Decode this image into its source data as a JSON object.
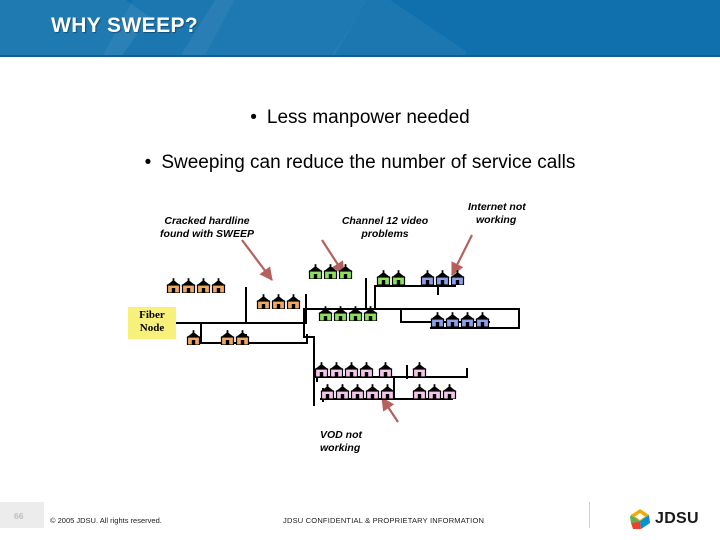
{
  "slide": {
    "title": "WHY SWEEP?",
    "header_color": "#1070ad",
    "bullet_marker": "•"
  },
  "bullets": [
    "Less manpower needed",
    "Sweeping can reduce the number of service calls"
  ],
  "diagram": {
    "fiber_node": {
      "line1": "Fiber",
      "line2": "Node",
      "color": "#f7f07a"
    },
    "arrow_color": "#b5605c",
    "callouts": [
      {
        "name": "cracked-hardline",
        "line1": "Cracked hardline",
        "line2": "found with SWEEP"
      },
      {
        "name": "channel-12-video",
        "line1": "Channel 12 video",
        "line2": "problems"
      },
      {
        "name": "internet-not-working",
        "line1": "Internet not",
        "line2": "working"
      },
      {
        "name": "vod-not-working",
        "line1": "VOD not",
        "line2": "working"
      }
    ],
    "house_groups": [
      {
        "name": "node-orange-top",
        "color": "#f0a860",
        "count": 4
      },
      {
        "name": "node-orange-mid",
        "color": "#f0a860",
        "count": 3
      },
      {
        "name": "node-orange-lower1",
        "color": "#f0a860",
        "count": 1
      },
      {
        "name": "node-orange-lower2",
        "color": "#f0a860",
        "count": 2
      },
      {
        "name": "branch-green-top",
        "color": "#8ce05c",
        "count": 3
      },
      {
        "name": "branch-green-mid",
        "color": "#8ce05c",
        "count": 2
      },
      {
        "name": "branch-green-low",
        "color": "#8ce05c",
        "count": 4
      },
      {
        "name": "branch-blue-top",
        "color": "#8ca0ea",
        "count": 3
      },
      {
        "name": "branch-blue-low",
        "color": "#8ca0ea",
        "count": 4
      },
      {
        "name": "branch-pink-top",
        "color": "#f6c4ea",
        "count": 4
      },
      {
        "name": "branch-pink-right1",
        "color": "#f6c4ea",
        "count": 1
      },
      {
        "name": "branch-pink-right2",
        "color": "#f6c4ea",
        "count": 1
      },
      {
        "name": "branch-pink-bot",
        "color": "#f6c4ea",
        "count": 5
      },
      {
        "name": "branch-pink-botr",
        "color": "#f6c4ea",
        "count": 3
      }
    ],
    "house_colors": {
      "orange": "#f0a860",
      "green": "#8ce05c",
      "blue": "#8ca0ea",
      "pink": "#f6c4ea",
      "roof": "#000000"
    }
  },
  "footer": {
    "page_number": "66",
    "copyright": "© 2005 JDSU. All rights reserved.",
    "confidential": "JDSU CONFIDENTIAL & PROPRIETARY INFORMATION",
    "logo_text": "JDSU",
    "logo_colors": {
      "top": "#f5a800",
      "right": "#0093d0",
      "bottom": "#e8432e",
      "left": "#5fb14e"
    }
  }
}
